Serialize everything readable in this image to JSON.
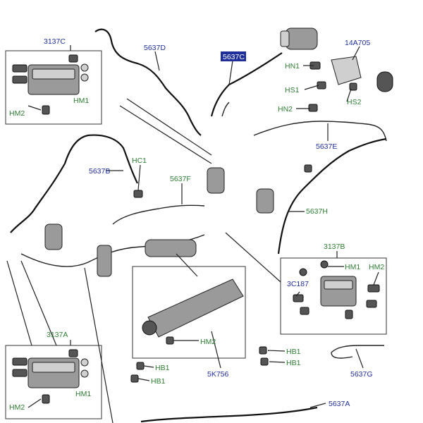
{
  "colors": {
    "part_number": "#1f2f9a",
    "fastener_code": "#2e7d32",
    "highlight_bg": "#1f2f9a",
    "highlight_text": "#ffffff"
  },
  "labels": {
    "p3137C": "3137C",
    "p5637D": "5637D",
    "p5637C": "5637C",
    "p14A705": "14A705",
    "HN1_top": "HN1",
    "HS1": "HS1",
    "HS2": "HS2",
    "HN2_top": "HN2",
    "HM2_3137C": "HM2",
    "HM1_3137C": "HM1",
    "p5637E": "5637E",
    "p5637B": "5637B",
    "HC1": "HC1",
    "p5637F": "5637F",
    "p5637H": "5637H",
    "p3137B": "3137B",
    "HM1_3137B": "HM1",
    "HM2_3137B": "HM2",
    "p3C187": "3C187",
    "p3137A": "3137A",
    "HM2_mid": "HM2",
    "HB1_left_a": "HB1",
    "HB1_left_b": "HB1",
    "HB1_right_a": "HB1",
    "HB1_right_b": "HB1",
    "p5K756": "5K756",
    "p5637G": "5637G",
    "HM1_3137A": "HM1",
    "HM2_3137A": "HM2",
    "p5637A": "5637A"
  }
}
